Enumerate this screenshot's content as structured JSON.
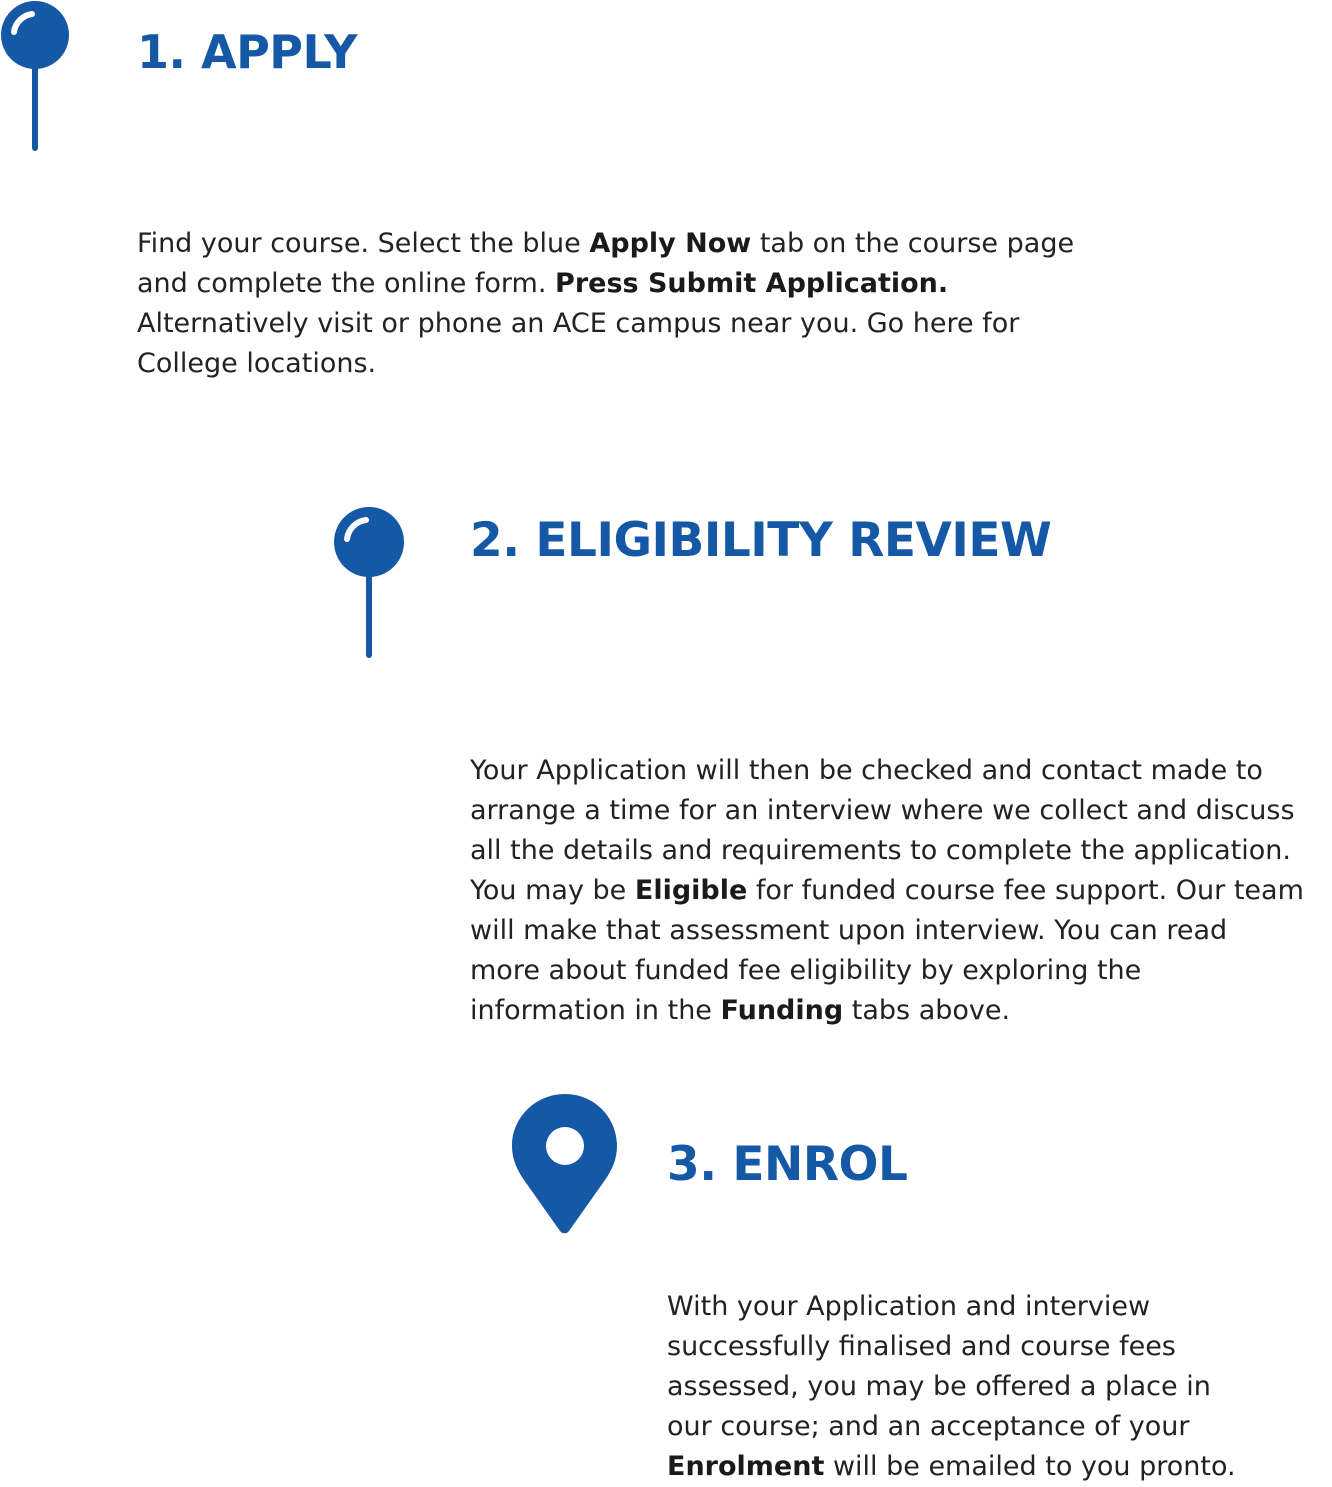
{
  "colors": {
    "accent": "#1558a6",
    "text": "#222222"
  },
  "steps": [
    {
      "title": "1. APPLY",
      "icon": "pin-icon",
      "lines": [
        [
          {
            "t": "Find your course. Select the blue "
          },
          {
            "t": "Apply Now",
            "b": true
          },
          {
            "t": " tab on the course page"
          }
        ],
        [
          {
            "t": "and complete the online form. "
          },
          {
            "t": "Press Submit Application.",
            "b": true
          }
        ],
        [
          {
            "t": "Alternatively visit or phone an ACE campus near you. Go here for"
          }
        ],
        [
          {
            "t": "College locations."
          }
        ]
      ]
    },
    {
      "title": "2. ELIGIBILITY REVIEW",
      "icon": "pin-icon",
      "lines": [
        [
          {
            "t": "Your Application will then be checked and contact made to"
          }
        ],
        [
          {
            "t": "arrange a time for an interview where we collect and discuss"
          }
        ],
        [
          {
            "t": "all the details and requirements to complete the application."
          }
        ],
        [
          {
            "t": "You may be "
          },
          {
            "t": "Eligible",
            "b": true
          },
          {
            "t": " for funded course fee support. Our team"
          }
        ],
        [
          {
            "t": "will make that assessment upon interview. You can read"
          }
        ],
        [
          {
            "t": "more about funded fee eligibility by exploring the"
          }
        ],
        [
          {
            "t": "information in the "
          },
          {
            "t": "Funding",
            "b": true
          },
          {
            "t": " tabs above."
          }
        ]
      ]
    },
    {
      "title": "3. ENROL",
      "icon": "map-marker-icon",
      "lines": [
        [
          {
            "t": "With your Application and interview"
          }
        ],
        [
          {
            "t": "successfully finalised and course fees"
          }
        ],
        [
          {
            "t": "assessed, you may be offered a place in"
          }
        ],
        [
          {
            "t": "our course; and an acceptance of your"
          }
        ],
        [
          {
            "t": "Enrolment",
            "b": true
          },
          {
            "t": " will be emailed to you pronto."
          }
        ]
      ]
    }
  ]
}
